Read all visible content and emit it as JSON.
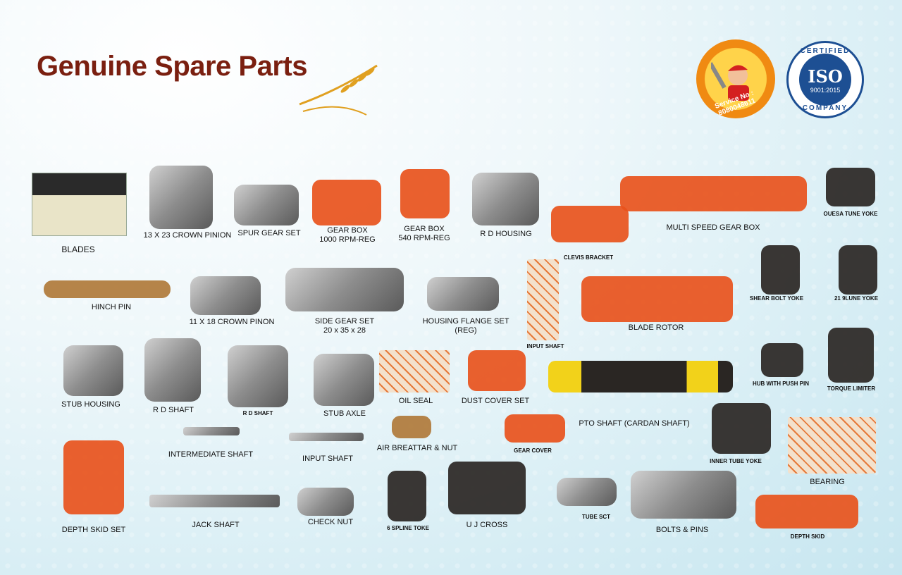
{
  "header": {
    "title": "Genuine Spare Parts"
  },
  "badges": {
    "service": {
      "text": "Service No : 8080048611"
    },
    "iso": {
      "top": "CERTIFIED",
      "main": "ISO",
      "standard": "9001:2015",
      "bottom": "COMPANY",
      "color": "#1d4f93"
    }
  },
  "colors": {
    "title": "#7a1f10",
    "orange": "#e8531c",
    "metal": "#8d8d8d",
    "black": "#2a2623",
    "yellow": "#f2d21a"
  },
  "parts": [
    {
      "label": [
        "BLADES"
      ],
      "kind": "box"
    },
    {
      "label": [
        "13 X 23 CROWN PINION"
      ],
      "kind": "metal"
    },
    {
      "label": [
        "SPUR GEAR SET"
      ],
      "kind": "metal"
    },
    {
      "label": [
        "GEAR BOX",
        "1000 RPM-REG"
      ],
      "kind": "orange"
    },
    {
      "label": [
        "GEAR BOX",
        "540 RPM-REG"
      ],
      "kind": "orange"
    },
    {
      "label": [
        "R D HOUSING"
      ],
      "kind": "metal"
    },
    {
      "label": [
        "CLEVIS BRACKET"
      ],
      "kind": "orange"
    },
    {
      "label": [
        "MULTI SPEED GEAR BOX"
      ],
      "kind": "orange"
    },
    {
      "label": [
        "OUESA TUNE YOKE"
      ],
      "kind": "black"
    },
    {
      "label": [
        "HINCH PIN"
      ],
      "kind": "bronze"
    },
    {
      "label": [
        "11 X 18 CROWN PINON"
      ],
      "kind": "metal"
    },
    {
      "label": [
        "SIDE GEAR SET",
        "20 x 35 x 28"
      ],
      "kind": "metal"
    },
    {
      "label": [
        "HOUSING FLANGE SET",
        "(REG)"
      ],
      "kind": "metal"
    },
    {
      "label": [
        "INPUT SHAFT"
      ],
      "kind": "packet"
    },
    {
      "label": [
        "BLADE ROTOR"
      ],
      "kind": "orange"
    },
    {
      "label": [
        "SHEAR BOLT YOKE"
      ],
      "kind": "black"
    },
    {
      "label": [
        "21 9LUNE YOKE"
      ],
      "kind": "black"
    },
    {
      "label": [
        "STUB HOUSING"
      ],
      "kind": "metal"
    },
    {
      "label": [
        "R D SHAFT"
      ],
      "kind": "metal"
    },
    {
      "label": [
        "R D SHAFT"
      ],
      "kind": "metal"
    },
    {
      "label": [
        "STUB AXLE"
      ],
      "kind": "metal"
    },
    {
      "label": [
        "OIL SEAL"
      ],
      "kind": "packet"
    },
    {
      "label": [
        "DUST COVER SET"
      ],
      "kind": "orange"
    },
    {
      "label": [
        "PTO SHAFT (CARDAN SHAFT)"
      ],
      "kind": "pto"
    },
    {
      "label": [
        "HUB WITH PUSH PIN"
      ],
      "kind": "black"
    },
    {
      "label": [
        "TORQUE LIMITER"
      ],
      "kind": "black"
    },
    {
      "label": [
        "INTERMEDIATE SHAFT"
      ],
      "kind": "metal"
    },
    {
      "label": [
        "INPUT SHAFT"
      ],
      "kind": "metal"
    },
    {
      "label": [
        "AIR BREATTAR & NUT"
      ],
      "kind": "bronze"
    },
    {
      "label": [
        "GEAR COVER"
      ],
      "kind": "orange"
    },
    {
      "label": [
        "INNER TUBE YOKE"
      ],
      "kind": "black"
    },
    {
      "label": [
        "BEARING"
      ],
      "kind": "packet"
    },
    {
      "label": [
        "DEPTH SKID SET"
      ],
      "kind": "orange"
    },
    {
      "label": [
        "JACK SHAFT"
      ],
      "kind": "metal"
    },
    {
      "label": [
        "CHECK NUT"
      ],
      "kind": "metal"
    },
    {
      "label": [
        "6 SPLINE TOKE"
      ],
      "kind": "black"
    },
    {
      "label": [
        "U J CROSS"
      ],
      "kind": "black"
    },
    {
      "label": [
        "TUBE SCT"
      ],
      "kind": "metal"
    },
    {
      "label": [
        "BOLTS & PINS"
      ],
      "kind": "metal"
    },
    {
      "label": [
        "DEPTH SKID"
      ],
      "kind": "orange"
    }
  ]
}
